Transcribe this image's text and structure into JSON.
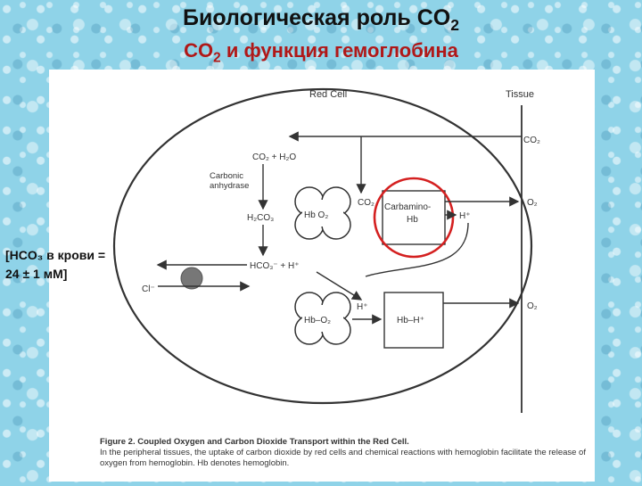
{
  "slide": {
    "title_text": "Биологическая роль CO",
    "title_sub": "2",
    "subtitle_pre": "CO",
    "subtitle_sub": "2",
    "subtitle_post": " и функция гемоглобина"
  },
  "diagram": {
    "red_cell_label": "Red Cell",
    "tissue_label": "Tissue",
    "co2_tissue": "CO₂",
    "o2_top": "O₂",
    "o2_bottom": "O₂",
    "co2_h2o": "CO₂ + H₂O",
    "carbonic_1": "Carbonic",
    "carbonic_2": "anhydrase",
    "h2co3": "H₂CO₃",
    "hbo2_top": "Hb O₂",
    "co2_small": "CO₂",
    "carbamino_1": "Carbamino-",
    "carbamino_2": "Hb",
    "h_plus_right": "H⁺",
    "hco3_h": "HCO₃⁻ + H⁺",
    "cl_minus": "Cl⁻",
    "h_plus_mid": "H⁺",
    "hbo2_bottom": "Hb–O₂",
    "hbh": "Hb–H⁺"
  },
  "callout": {
    "line1": "[HCO₃ в крови =",
    "line2": "24 ± 1 мМ]"
  },
  "caption": {
    "label": "Figure 2. Coupled Oxygen and Carbon Dioxide Transport within the Red Cell.",
    "body": "In the peripheral tissues, the uptake of carbon dioxide by red cells and chemical reactions with hemoglobin facilitate the release of oxygen from hemoglobin. Hb denotes hemoglobin."
  },
  "colors": {
    "highlight_circle": "#d42020",
    "title_red": "#b01818",
    "background": "#8fd3e8"
  }
}
